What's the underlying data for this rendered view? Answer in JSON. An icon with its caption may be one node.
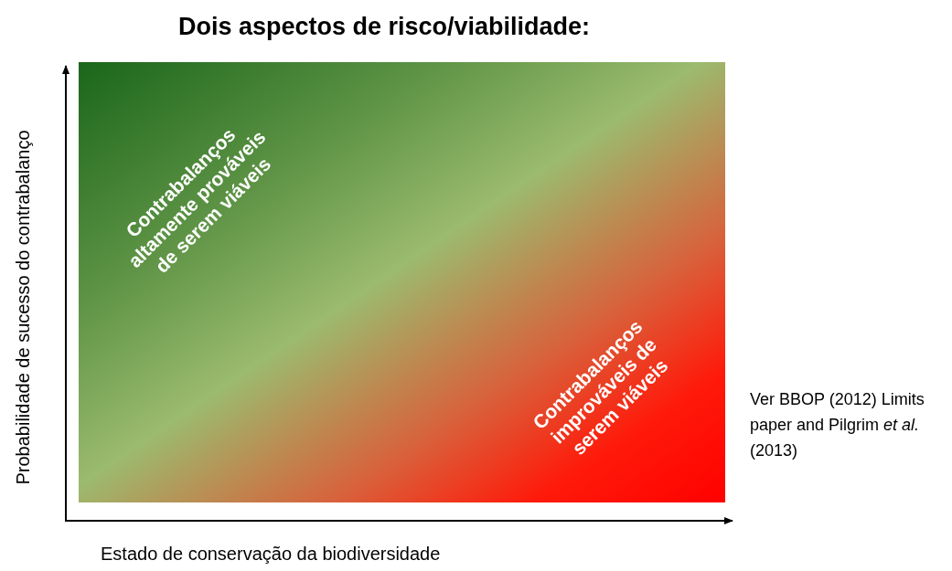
{
  "diagram": {
    "title": "Dois aspectos de risco/viabilidade:",
    "labels": [
      "Contrabalanços altamente prováveis de serem viáveis",
      "Contrabalanços improváveis de serem viáveis",
      "Probabilidade de sucesso do contrabalanço",
      "Estado de conservação da biodiversidade",
      "Ver BBOP (2012) Limits paper and Pilgrim *et al.* (2013)"
    ]
  }
}
